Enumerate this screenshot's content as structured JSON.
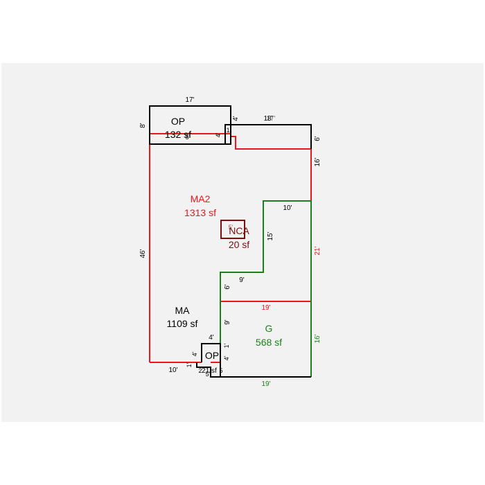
{
  "colors": {
    "background": "#f2f2f2",
    "black": "#000000",
    "red": "#e8171b",
    "green": "#1a801a",
    "dark_red": "#7f0d0d"
  },
  "areas": {
    "op_top": {
      "name": "OP",
      "area": "132 sf"
    },
    "ma2": {
      "name": "MA2",
      "area": "1313 sf"
    },
    "nca": {
      "name": "NCA",
      "area": "20 sf"
    },
    "ma": {
      "name": "MA",
      "area": "1109 sf"
    },
    "g": {
      "name": "G",
      "area": "568 sf"
    },
    "op_bottom": {
      "name": "OP",
      "area": "21 sf"
    }
  },
  "dimensions": {
    "op_top_width": "17'",
    "op_top_height": "8'",
    "op_top_inner": "5'",
    "top_step_4": "4'",
    "top_step_1": "1'",
    "top_step_4b": "4'",
    "top_right_width": "18'",
    "top_right_width_b": "17'",
    "top_right_6": "6'",
    "right_16_upper": "16'",
    "ma2_left_46": "46'",
    "g_upper_10": "10'",
    "g_upper_15": "15'",
    "right_21": "21'",
    "g_step_9": "9'",
    "g_step_6": "6'",
    "g_mid_19": "19'",
    "g_left_9": "9'",
    "right_16_lower": "16'",
    "g_bottom_19": "19'",
    "ma_bottom_10": "10'",
    "op_bottom_4_top": "4'",
    "op_bottom_4_left": "4'",
    "op_bottom_1_right": "1'",
    "op_bottom_4_right": "4'",
    "op_bottom_1_left": "1'",
    "op_bottom_5": "5'",
    "op_bottom_2": "2",
    "op_bottom_5b": "5",
    "nca_dim": "5'"
  }
}
